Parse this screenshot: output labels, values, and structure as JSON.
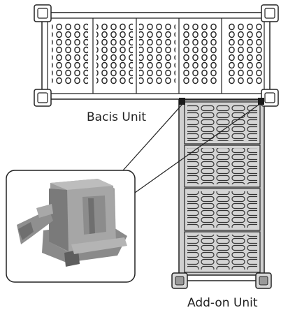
{
  "labels": {
    "basic_unit": "Bacis Unit",
    "addon_unit": "Add-on Unit"
  },
  "colors": {
    "outline": "#222222",
    "addon_fill": "#cfcfcf",
    "basic_fill": "#ffffff",
    "connector_block": "#1a1a1a",
    "foot_outer": "#d9d9d9",
    "foot_inner": "#9a9a9a",
    "photo_part_dark": "#6f6f6f",
    "photo_part_mid": "#9e9e9e",
    "photo_part_light": "#bdbdbd"
  },
  "diagram": {
    "basic_unit_panels": 5,
    "addon_unit_panels": 4
  }
}
